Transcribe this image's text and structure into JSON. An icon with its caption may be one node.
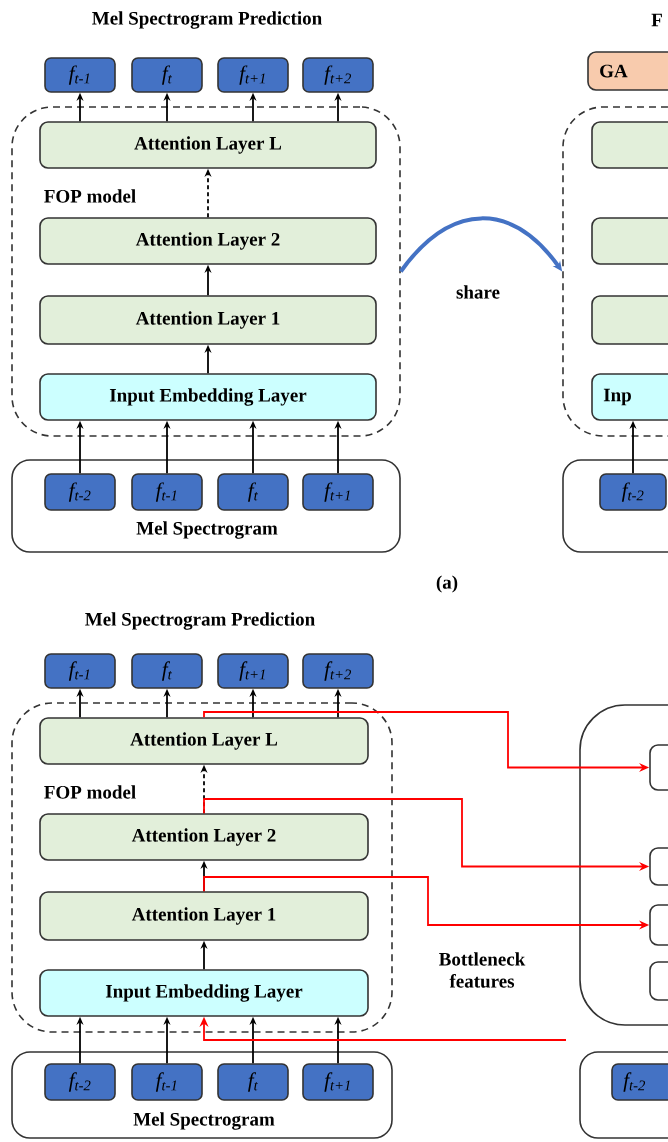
{
  "diagram": {
    "nodes": [
      {
        "text": [
          "f$_{t-1}$"
        ]
      },
      {
        "text": [
          "f$_{t}$"
        ]
      },
      {
        "text": [
          "f$_{t+1}$"
        ]
      },
      {
        "text": [
          "f$_{t+2}$"
        ]
      },
      {
        "text": [
          "FOP model"
        ]
      },
      {
        "text": [
          "Attention Layer L"
        ],
        "in": 4
      },
      {
        "text": [
          "Attention Layer 2"
        ],
        "in": 4
      },
      {
        "text": [
          "Attention Layer 1"
        ],
        "in": 4
      },
      {
        "text": [
          "Input Embedding Layer"
        ],
        "in": 4
      },
      {
        "text": [
          "Mel Spectrogram"
        ]
      },
      {
        "text": [
          "f$_{t-2}$"
        ],
        "in": 9
      },
      {
        "text": [
          "f$_{t-1}$"
        ],
        "in": 9
      },
      {
        "text": [
          "f$_{t}$"
        ],
        "in": 9
      },
      {
        "text": [
          "f$_{t+1}$"
        ],
        "in": 9
      },
      {
        "text": [
          "GA"
        ]
      },
      {
        "text": [],
        "shape": "box"
      },
      {
        "text": [],
        "shape": "box",
        "in": 15
      },
      {
        "text": [],
        "shape": "box",
        "in": 15
      },
      {
        "text": [],
        "shape": "box",
        "in": 15
      },
      {
        "text": [
          "Inp"
        ],
        "in": 15
      },
      {
        "text": [],
        "shape": "box"
      },
      {
        "text": [
          "f$_{t-2}$"
        ],
        "in": 20
      },
      {
        "text": [
          "f$_{t-1}$"
        ]
      },
      {
        "text": [
          "f$_{t}$"
        ]
      },
      {
        "text": [
          "f$_{t+1}$"
        ]
      },
      {
        "text": [
          "f$_{t+2}$"
        ]
      },
      {
        "text": [
          "FOP model"
        ]
      },
      {
        "text": [
          "Attention Layer L"
        ],
        "in": 26
      },
      {
        "text": [
          "Attention Layer 2"
        ],
        "in": 26
      },
      {
        "text": [
          "Attention Layer 1"
        ],
        "in": 26
      },
      {
        "text": [
          "Input Embedding Layer"
        ],
        "in": 26
      },
      {
        "text": [
          "Mel Spectrogram"
        ]
      },
      {
        "text": [
          "f$_{t-2}$"
        ],
        "in": 31
      },
      {
        "text": [
          "f$_{t-1}$"
        ],
        "in": 31
      },
      {
        "text": [
          "f$_{t}$"
        ],
        "in": 31
      },
      {
        "text": [
          "f$_{t+1}$"
        ],
        "in": 31
      },
      {
        "text": [],
        "shape": "box"
      },
      {
        "text": [],
        "shape": "box",
        "in": 36
      },
      {
        "text": [],
        "shape": "box",
        "in": 36
      },
      {
        "text": [],
        "shape": "box",
        "in": 36
      },
      {
        "text": [],
        "shape": "box",
        "in": 36
      },
      {
        "text": [],
        "shape": "box"
      },
      {
        "text": [
          "f$_{t-2}$"
        ],
        "in": 41
      }
    ],
    "edges": [
      {
        "from": 10,
        "to": 8,
        "arrow": "to"
      },
      {
        "from": 11,
        "to": 8,
        "arrow": "to"
      },
      {
        "from": 12,
        "to": 8,
        "arrow": "to"
      },
      {
        "from": 13,
        "to": 8,
        "arrow": "to"
      },
      {
        "from": 8,
        "to": 7,
        "arrow": "to"
      },
      {
        "from": 7,
        "to": 6,
        "arrow": "to"
      },
      {
        "from": 6,
        "to": 5,
        "arrow": "to",
        "style": "dashed"
      },
      {
        "from": 5,
        "to": 0,
        "arrow": "to"
      },
      {
        "from": 5,
        "to": 1,
        "arrow": "to"
      },
      {
        "from": 5,
        "to": 2,
        "arrow": "to"
      },
      {
        "from": 5,
        "to": 3,
        "arrow": "to"
      },
      {
        "from": 4,
        "to": 15,
        "arrow": "to",
        "label": "share",
        "style": "thick",
        "color": "#4472c4"
      },
      {
        "from": 21,
        "to": 19,
        "arrow": "to"
      },
      {
        "from": 32,
        "to": 30,
        "arrow": "to"
      },
      {
        "from": 33,
        "to": 30,
        "arrow": "to"
      },
      {
        "from": 34,
        "to": 30,
        "arrow": "to"
      },
      {
        "from": 35,
        "to": 30,
        "arrow": "to"
      },
      {
        "from": 30,
        "to": 29,
        "arrow": "to"
      },
      {
        "from": 29,
        "to": 28,
        "arrow": "to"
      },
      {
        "from": 28,
        "to": 27,
        "arrow": "to",
        "style": "dashed"
      },
      {
        "from": 27,
        "to": 22,
        "arrow": "to"
      },
      {
        "from": 27,
        "to": 23,
        "arrow": "to"
      },
      {
        "from": 27,
        "to": 24,
        "arrow": "to"
      },
      {
        "from": 27,
        "to": 25,
        "arrow": "to"
      },
      {
        "from": 27,
        "to": 37,
        "arrow": "to",
        "color": "#ff0000"
      },
      {
        "from": 28,
        "to": 38,
        "arrow": "to",
        "color": "#ff0000"
      },
      {
        "from": 29,
        "to": 39,
        "arrow": "to",
        "color": "#ff0000"
      },
      {
        "from": null,
        "to": 30,
        "arrow": "to",
        "color": "#ff0000"
      }
    ],
    "labels": [
      "Mel Spectrogram Prediction",
      "F",
      "(a)",
      "Mel Spectrogram Prediction",
      "Bottleneck features"
    ]
  }
}
